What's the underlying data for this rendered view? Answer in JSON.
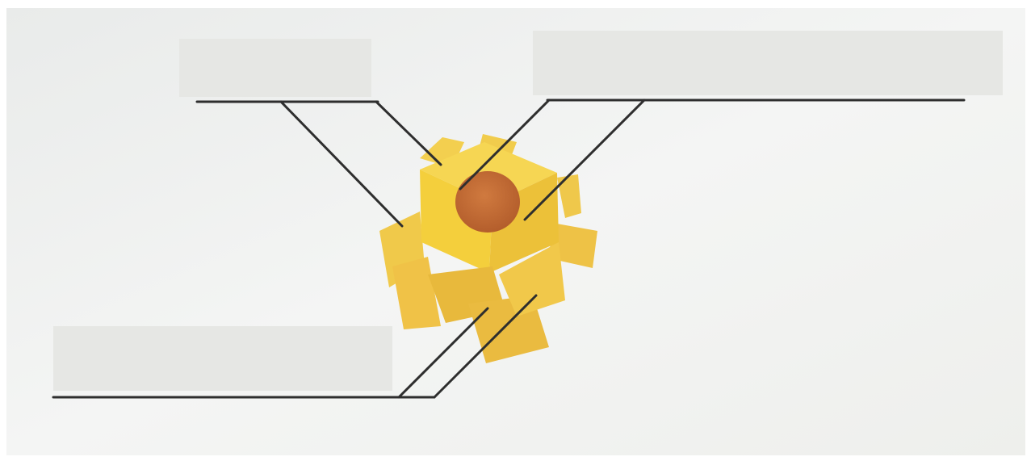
{
  "diagram": {
    "subject": "yellow-model-block-with-cross-fins",
    "labels": [
      {
        "id": "top-left",
        "text": ""
      },
      {
        "id": "top-right",
        "text": ""
      },
      {
        "id": "bottom-left",
        "text": ""
      }
    ],
    "colors": {
      "background": "#f3f3f1",
      "label_box": "#e6e7e4",
      "model_yellow": "#f5d24a",
      "model_shadow": "#e0b530",
      "center_dot": "#c9703a",
      "leader_line": "#2e2e2e"
    }
  }
}
